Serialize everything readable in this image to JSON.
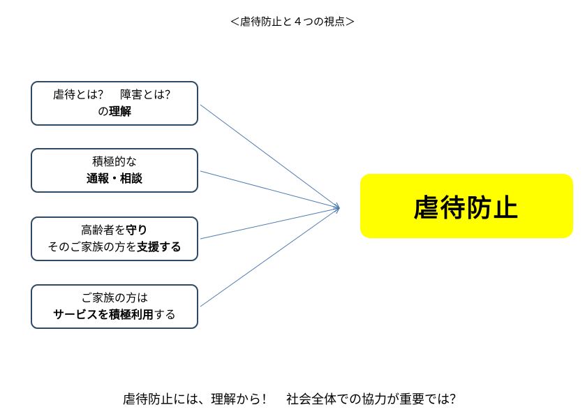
{
  "title": "＜虐待防止と４つの視点＞",
  "perspectives": [
    {
      "parts": [
        {
          "text": "虐待とは？　障害とは？",
          "bold": false
        },
        {
          "text": "\n",
          "bold": false
        },
        {
          "text": "の",
          "bold": false
        },
        {
          "text": "理解",
          "bold": true
        }
      ]
    },
    {
      "parts": [
        {
          "text": "積極的な",
          "bold": false
        },
        {
          "text": "\n",
          "bold": false
        },
        {
          "text": "通報・相談",
          "bold": true
        }
      ]
    },
    {
      "parts": [
        {
          "text": "高齢者を",
          "bold": false
        },
        {
          "text": "守り",
          "bold": true
        },
        {
          "text": "\n",
          "bold": false
        },
        {
          "text": "そのご家族の方を",
          "bold": false
        },
        {
          "text": "支援する",
          "bold": true
        }
      ]
    },
    {
      "parts": [
        {
          "text": "ご家族の方は",
          "bold": false
        },
        {
          "text": "\n",
          "bold": false
        },
        {
          "text": "サービスを積極利用",
          "bold": true
        },
        {
          "text": "する",
          "bold": false
        }
      ]
    }
  ],
  "goal": "虐待防止",
  "footer": "虐待防止には、理解から！　社会全体での協力が重要では？",
  "colors": {
    "box_border": "#2e4a64",
    "arrow": "#4f7bb0",
    "goal_fill": "#ffff00"
  }
}
